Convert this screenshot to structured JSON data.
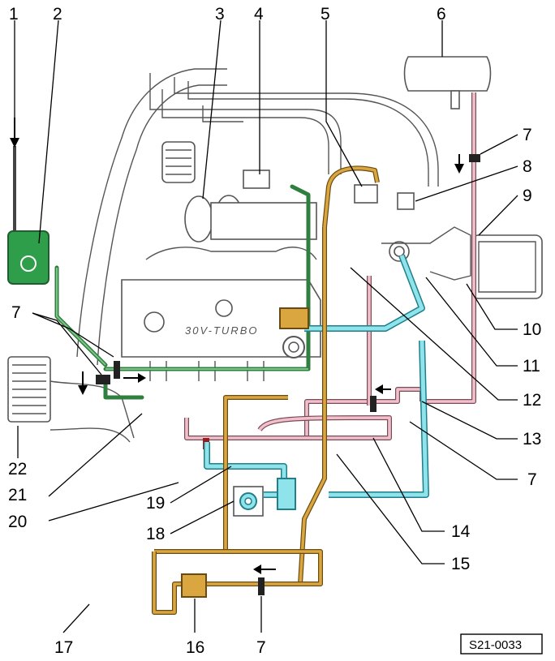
{
  "diagram_code": "S21-0033",
  "engine_label": "30V-TURBO",
  "callouts": [
    "1",
    "2",
    "3",
    "4",
    "5",
    "6",
    "7",
    "8",
    "9",
    "10",
    "11",
    "12",
    "13",
    "7",
    "14",
    "15",
    "16",
    "7",
    "17",
    "18",
    "19",
    "20",
    "21",
    "22",
    "7"
  ],
  "hose_colors": {
    "green": "#2f7f3f",
    "pink": "#f0c0cc",
    "cyan": "#8fe3ea",
    "tan": "#d9a640"
  }
}
